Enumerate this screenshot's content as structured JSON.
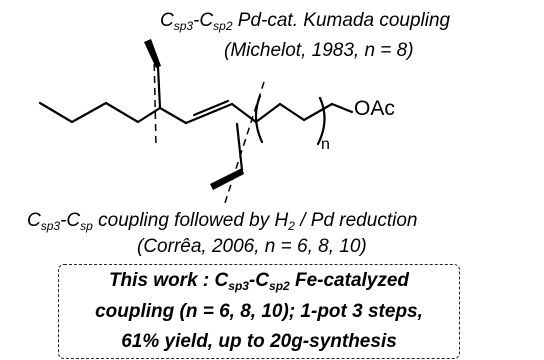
{
  "molecule": {
    "substituent_label": "OAc",
    "repeat_subscript": "n"
  },
  "top_annotation": {
    "bond_a": {
      "base": "C",
      "sub": "sp3"
    },
    "separator": "-",
    "bond_b": {
      "base": "C",
      "sub": "sp2"
    },
    "method": "Pd-cat. Kumada coupling",
    "citation": "(Michelot, 1983, n = 8)"
  },
  "bottom_annotation": {
    "bond_a": {
      "base": "C",
      "sub": "sp3"
    },
    "separator": "-",
    "bond_b": {
      "base": "C",
      "sub": "sp"
    },
    "method_start": "coupling followed by H",
    "h2_sub": "2",
    "method_end": " / Pd reduction",
    "citation": "(Corrêa, 2006, n = 6, 8, 10)"
  },
  "this_work": {
    "line1_start": "This work : ",
    "bond_a": {
      "base": "C",
      "sub": "sp3"
    },
    "separator": "-",
    "bond_b": {
      "base": "C",
      "sub": "sp2"
    },
    "line1_end": " Fe-catalyzed",
    "line2": "coupling (n = 6, 8, 10); 1-pot 3 steps,",
    "line3": "61% yield, up to 20g-synthesis"
  }
}
